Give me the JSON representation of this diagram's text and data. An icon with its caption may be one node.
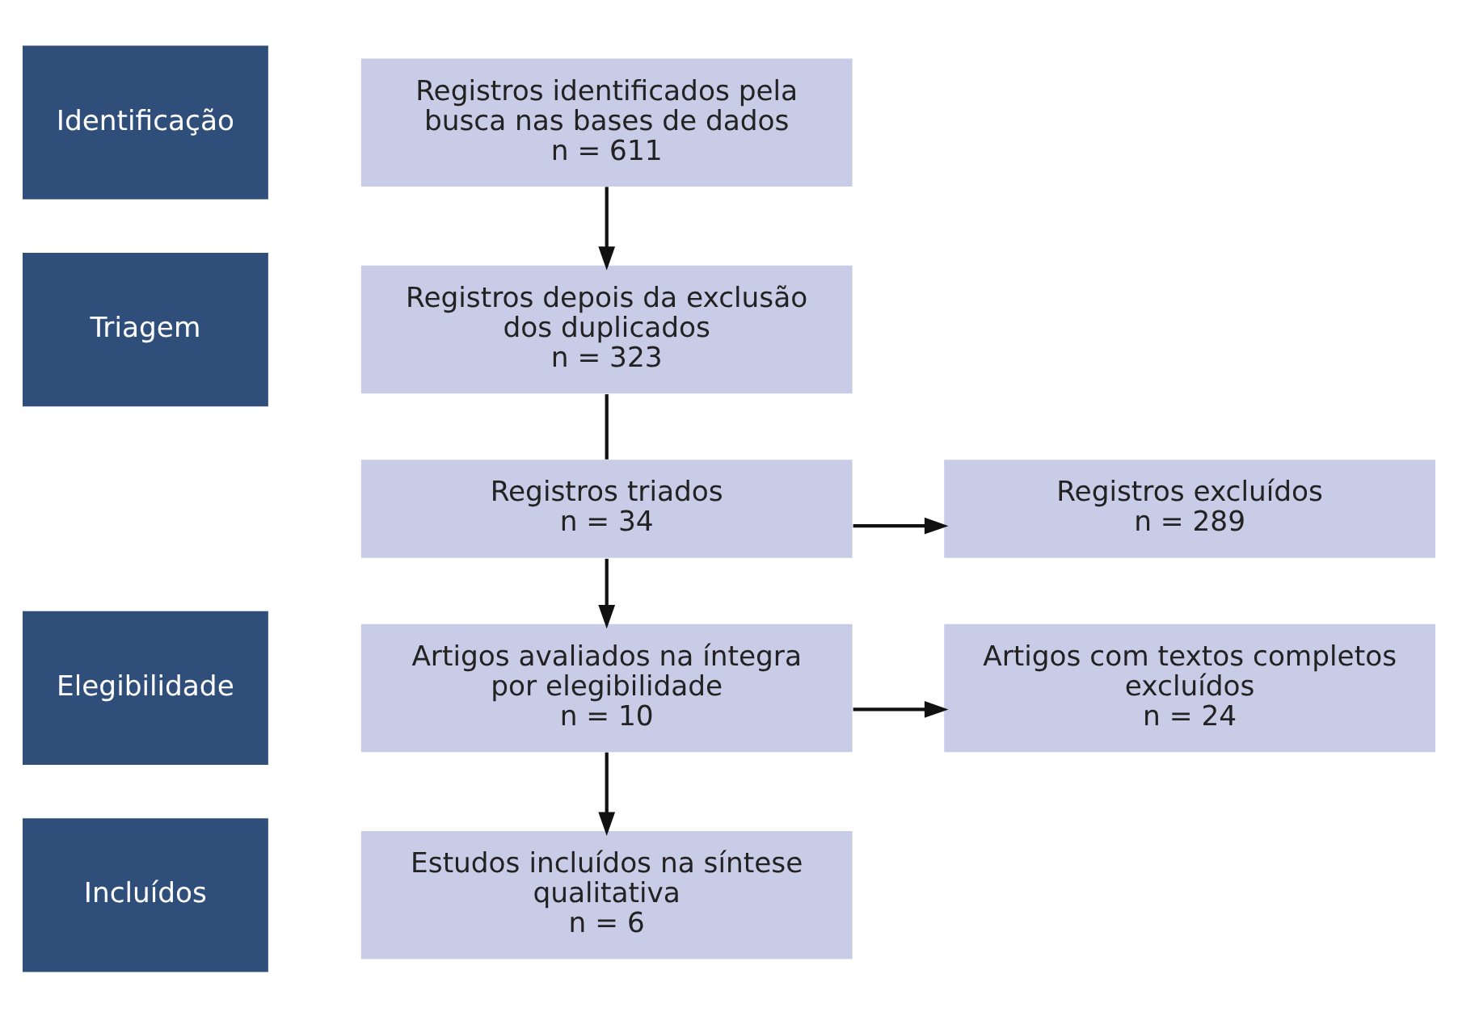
{
  "diagram": {
    "nodes": [
      {
        "text": [
          "Identificação"
        ]
      },
      {
        "text": [
          "Registros identificados pela busca nas bases de dados",
          "n = 611"
        ]
      },
      {
        "text": [
          "Triagem"
        ]
      },
      {
        "text": [
          "Registros depois da exclusão dos duplicados",
          "n = 323"
        ]
      },
      {
        "text": [
          "Registros triados",
          "n = 34"
        ]
      },
      {
        "text": [
          "Registros excluídos",
          "n = 289"
        ]
      },
      {
        "text": [
          "Elegibilidade"
        ]
      },
      {
        "text": [
          "Artigos avaliados na íntegra por elegibilidade",
          "n = 10"
        ]
      },
      {
        "text": [
          "Artigos com textos completos excluídos",
          "n = 24"
        ]
      },
      {
        "text": [
          "Incluídos"
        ]
      },
      {
        "text": [
          "Estudos incluídos na síntese qualitativa",
          "n = 6"
        ]
      }
    ],
    "edges": [
      {
        "from": 1,
        "to": 3,
        "arrow": "to"
      },
      {
        "from": 3,
        "to": 4,
        "arrow": "none"
      },
      {
        "from": 4,
        "to": 5,
        "arrow": "to"
      },
      {
        "from": 4,
        "to": 7,
        "arrow": "to"
      },
      {
        "from": 7,
        "to": 8,
        "arrow": "to"
      },
      {
        "from": 7,
        "to": 10,
        "arrow": "to"
      }
    ]
  }
}
